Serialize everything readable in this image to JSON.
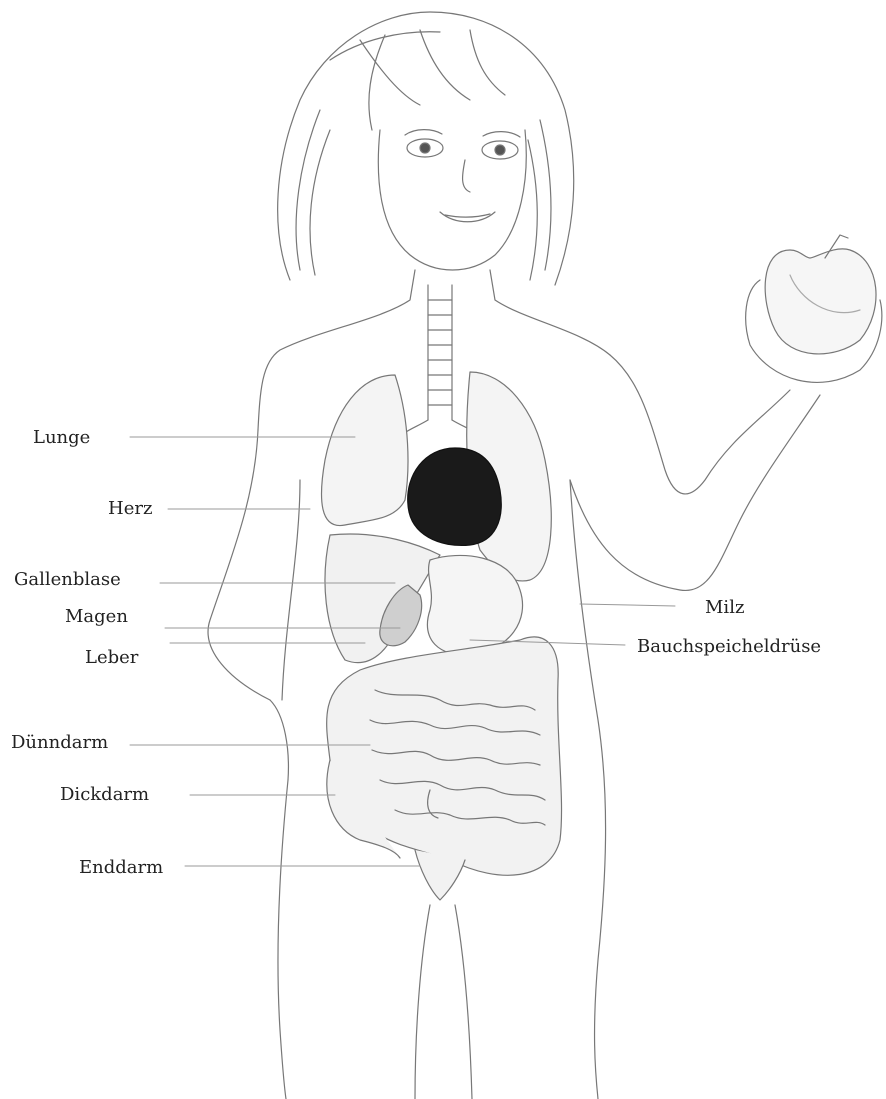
{
  "labels": {
    "lunge": "Lunge",
    "herz": "Herz",
    "gallenblase": "Gallenblase",
    "magen": "Magen",
    "leber": "Leber",
    "duenndarm": "Dünndarm",
    "dickdarm": "Dickdarm",
    "enddarm": "Enddarm",
    "milz": "Milz",
    "bauchspeicheldruese": "Bauchspeicheldrüse"
  },
  "colors": {
    "ink": "#6f6f6f",
    "heart": "#1a1a1a",
    "organ_fill": "#f3f3f3"
  }
}
